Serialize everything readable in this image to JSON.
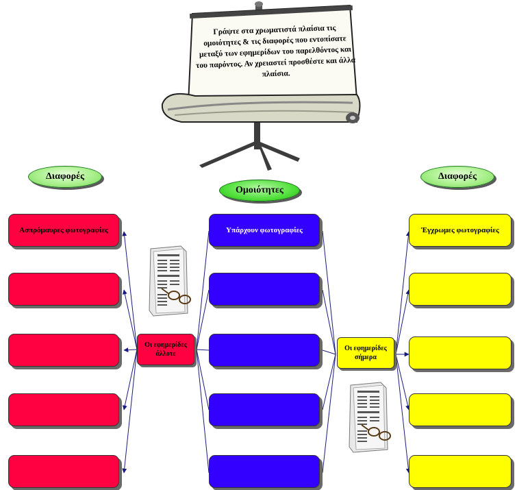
{
  "board": {
    "text": "Γράψτε στα χρωματιστά πλαίσια τις ομοιότητες & τις διαφορές που εντοπίσατε μεταξύ των εφημερίδων του παρελθόντος και του παρόντος. Αν χρειαστεί προσθέστε και άλλα πλαίσια."
  },
  "headings": {
    "left": "Διαφορές",
    "center": "Ομοιότητες",
    "right": "Διαφορές"
  },
  "hubs": {
    "past": "Οι εφημερίδες άλλοτε",
    "present": "Οι εφημερίδες σήμερα"
  },
  "left_boxes": [
    "Ασπρόμαυρες φωτογραφίες",
    "",
    "",
    "",
    ""
  ],
  "center_boxes": [
    "Υπάρχουν φωτογραφίες",
    "",
    "",
    "",
    ""
  ],
  "right_boxes": [
    "Έγχρωμες φωτογραφίες",
    "",
    "",
    "",
    ""
  ],
  "colors": {
    "left": "#ff0040",
    "center": "#3300ff",
    "right": "#ffff00",
    "heading_oval": "#79d65c"
  },
  "icons": [
    "newspaper-glasses-icon",
    "newspaper-glasses-icon",
    "projector-screen-icon"
  ]
}
